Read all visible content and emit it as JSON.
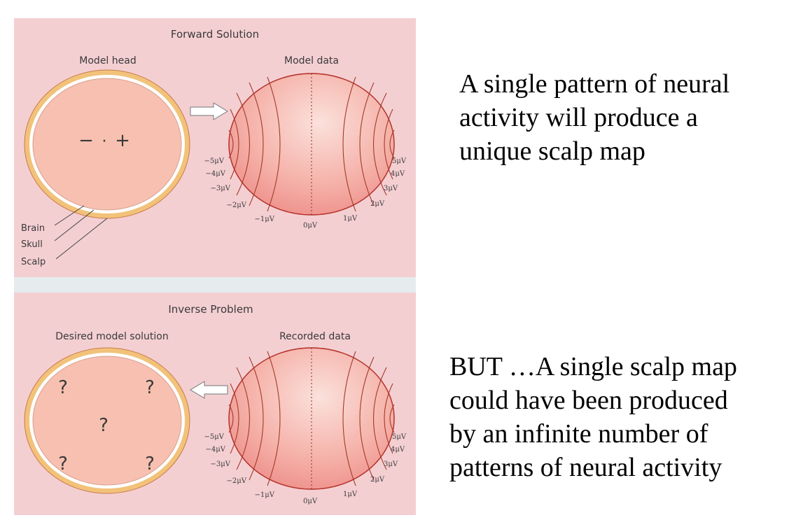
{
  "forward": {
    "title": "Forward Solution",
    "head_label": "Model head",
    "data_label": "Model data",
    "source_minus": "−",
    "source_dot": "·",
    "source_plus": "+",
    "layers": [
      "Brain",
      "Skull",
      "Scalp"
    ],
    "voltages_left": [
      "−5μV",
      "−4μV",
      "−3μV",
      "−2μV",
      "−1μV"
    ],
    "voltage_zero": "0μV",
    "voltages_right": [
      "1μV",
      "2μV",
      "3μV",
      "4μV",
      "5μV"
    ]
  },
  "inverse": {
    "title": "Inverse Problem",
    "head_label": "Desired model solution",
    "data_label": "Recorded data",
    "unknowns": [
      "?",
      "?",
      "?",
      "?",
      "?"
    ],
    "voltages_left": [
      "−5μV",
      "−4μV",
      "−3μV",
      "−2μV",
      "−1μV"
    ],
    "voltage_zero": "0μV",
    "voltages_right": [
      "1μV",
      "2μV",
      "3μV",
      "4μV",
      "5μV"
    ]
  },
  "text": {
    "forward_lines": [
      "A single pattern of neural",
      "activity will produce a",
      "unique scalp map"
    ],
    "inverse_lines": [
      "BUT …A single scalp map",
      "could have been produced",
      "by an infinite number of",
      "patterns of neural activity"
    ]
  },
  "colors": {
    "panel": "#f4cfd2",
    "scalp": "#f2c27a",
    "brain": "#f7c0b0",
    "contour": "#a33a2a"
  }
}
